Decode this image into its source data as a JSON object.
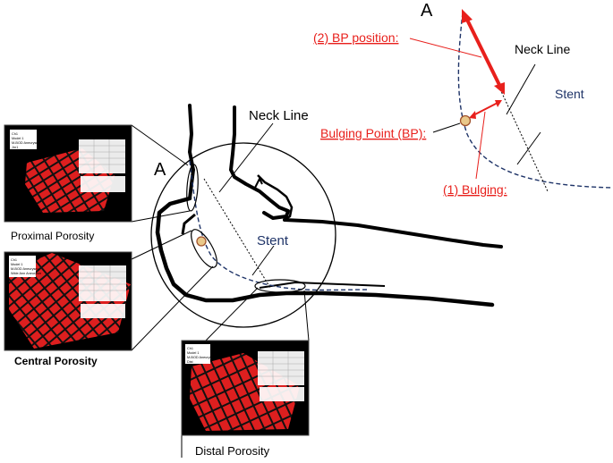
{
  "main": {
    "marker_a": "A",
    "neck_line": "Neck Line",
    "stent": "Stent"
  },
  "detail": {
    "marker_a": "A",
    "bp_position": "(2) BP position:",
    "neck_line": "Neck Line",
    "stent": "Stent",
    "bulging_point": "Bulging Point (BP):",
    "bulging": "(1) Bulging:"
  },
  "panels": {
    "proximal": {
      "caption": "Proximal Porosity",
      "info": [
        "Ch1",
        "Model 1",
        "M-BOD Aneurysm",
        "Jrn1"
      ]
    },
    "central": {
      "caption": "Central Porosity",
      "info": [
        "Ch1",
        "Model 1",
        "M-BOD Aneurysm",
        "Wide Ann Aneurysm"
      ]
    },
    "distal": {
      "caption": "Distal Porosity",
      "info": [
        "Ch1",
        "Model 1",
        "M-BOD Aneurysm",
        "Dist"
      ]
    }
  },
  "colors": {
    "annotation_red": "#e8201c",
    "stent_blue": "#1f3468",
    "mesh_red": "#dd1f1f",
    "panel_black": "#000000"
  }
}
